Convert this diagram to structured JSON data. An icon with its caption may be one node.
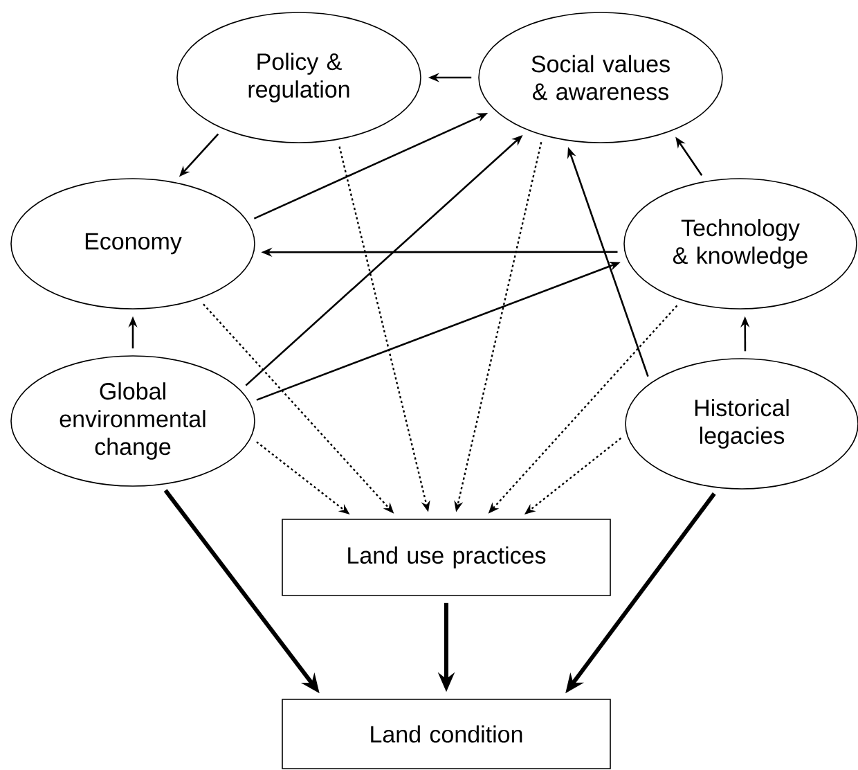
{
  "diagram": {
    "nodes": [
      {
        "text": [
          "Policy & regulation"
        ]
      },
      {
        "text": [
          "Social values & awareness"
        ]
      },
      {
        "text": [
          "Economy"
        ]
      },
      {
        "text": [
          "Technology & knowledge"
        ]
      },
      {
        "text": [
          "Global environmental change"
        ]
      },
      {
        "text": [
          "Historical legacies"
        ]
      },
      {
        "text": [
          "Land use practices"
        ]
      },
      {
        "text": [
          "Land condition"
        ]
      }
    ],
    "edges": [
      {
        "from": 1,
        "to": 0,
        "arrow": "to"
      },
      {
        "from": 0,
        "to": 2,
        "arrow": "to"
      },
      {
        "from": 4,
        "to": 2,
        "arrow": "to"
      },
      {
        "from": 5,
        "to": 3,
        "arrow": "to"
      },
      {
        "from": 3,
        "to": 1,
        "arrow": "to"
      },
      {
        "from": 2,
        "to": 1,
        "arrow": "to"
      },
      {
        "from": 4,
        "to": 1,
        "arrow": "to"
      },
      {
        "from": 4,
        "to": 3,
        "arrow": "to"
      },
      {
        "from": 3,
        "to": 2,
        "arrow": "to"
      },
      {
        "from": 5,
        "to": 1,
        "arrow": "to"
      },
      {
        "from": 2,
        "to": 6,
        "arrow": "to",
        "style": "dashed"
      },
      {
        "from": 0,
        "to": 6,
        "arrow": "to",
        "style": "dashed"
      },
      {
        "from": 1,
        "to": 6,
        "arrow": "to",
        "style": "dashed"
      },
      {
        "from": 3,
        "to": 6,
        "arrow": "to",
        "style": "dashed"
      },
      {
        "from": 5,
        "to": 6,
        "arrow": "to",
        "style": "dashed"
      },
      {
        "from": 4,
        "to": 6,
        "arrow": "to",
        "style": "dashed"
      },
      {
        "from": 4,
        "to": 7,
        "arrow": "to",
        "style": "thick"
      },
      {
        "from": 6,
        "to": 7,
        "arrow": "to",
        "style": "thick"
      },
      {
        "from": 5,
        "to": 7,
        "arrow": "to",
        "style": "thick"
      }
    ]
  }
}
